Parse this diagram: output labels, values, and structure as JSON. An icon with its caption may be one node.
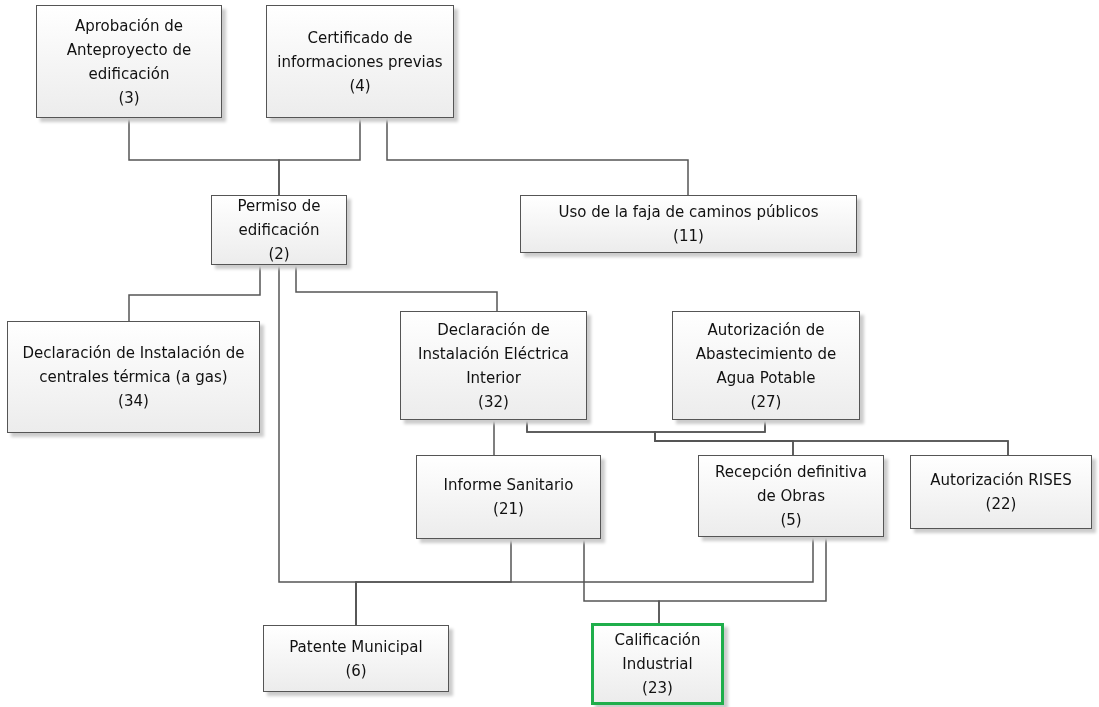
{
  "diagram": {
    "nodes": [
      {
        "text": [
          "Aprobación de Anteproyecto de edificación",
          "(3)"
        ]
      },
      {
        "text": [
          "Certificado de informaciones previas",
          "(4)"
        ]
      },
      {
        "text": [
          "Permiso de edificación",
          "(2)"
        ]
      },
      {
        "text": [
          "Uso de la faja de caminos públicos",
          "(11)"
        ]
      },
      {
        "text": [
          "Declaración de Instalación de centrales térmica (a gas)",
          "(34)"
        ]
      },
      {
        "text": [
          "Declaración de Instalación Eléctrica Interior",
          "(32)"
        ]
      },
      {
        "text": [
          "Autorización de Abastecimiento de Agua Potable",
          "(27)"
        ]
      },
      {
        "text": [
          "Informe Sanitario",
          "(21)"
        ]
      },
      {
        "text": [
          "Recepción definitiva de Obras",
          "(5)"
        ]
      },
      {
        "text": [
          "Autorización RISES",
          "(22)"
        ]
      },
      {
        "text": [
          "Patente Municipal",
          "(6)"
        ]
      },
      {
        "text": [
          "Calificación Industrial",
          "(23)"
        ]
      }
    ],
    "edges": [
      {
        "from": 0,
        "to": 2,
        "arrow": "none"
      },
      {
        "from": 1,
        "to": 2,
        "arrow": "none"
      },
      {
        "from": 1,
        "to": 3,
        "arrow": "none"
      },
      {
        "from": 2,
        "to": 4,
        "arrow": "none"
      },
      {
        "from": 2,
        "to": 5,
        "arrow": "none"
      },
      {
        "from": 2,
        "to": 10,
        "arrow": "none"
      },
      {
        "from": 5,
        "to": 7,
        "arrow": "none"
      },
      {
        "from": 5,
        "to": 8,
        "arrow": "none"
      },
      {
        "from": 5,
        "to": 9,
        "arrow": "none"
      },
      {
        "from": 6,
        "to": 8,
        "arrow": "none"
      },
      {
        "from": 6,
        "to": 9,
        "arrow": "none"
      },
      {
        "from": 7,
        "to": 10,
        "arrow": "none"
      },
      {
        "from": 8,
        "to": 10,
        "arrow": "none"
      },
      {
        "from": 7,
        "to": 11,
        "arrow": "none"
      },
      {
        "from": 8,
        "to": 11,
        "arrow": "none"
      }
    ]
  }
}
